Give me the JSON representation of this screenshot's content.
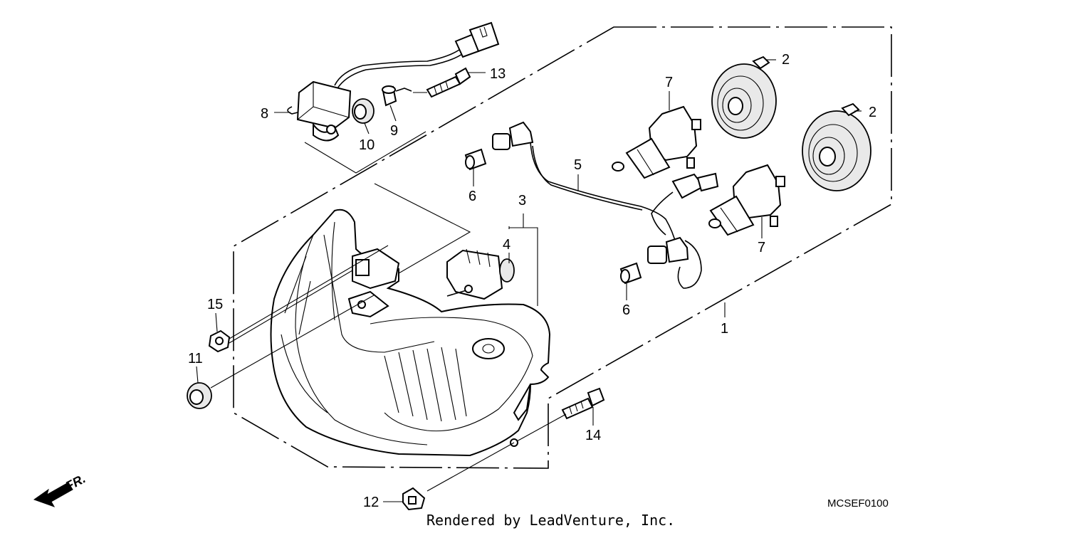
{
  "diagram": {
    "callouts": {
      "p1": "1",
      "p2a": "2",
      "p2b": "2",
      "p3": "3",
      "p4": "4",
      "p5": "5",
      "p6a": "6",
      "p6b": "6",
      "p7a": "7",
      "p7b": "7",
      "p8": "8",
      "p9": "9",
      "p10": "10",
      "p11": "11",
      "p12": "12",
      "p13": "13",
      "p14": "14",
      "p15": "15"
    },
    "direction_label": "FR.",
    "diagram_code": "MCSEF0100",
    "credit": "Rendered by LeadVenture, Inc."
  }
}
